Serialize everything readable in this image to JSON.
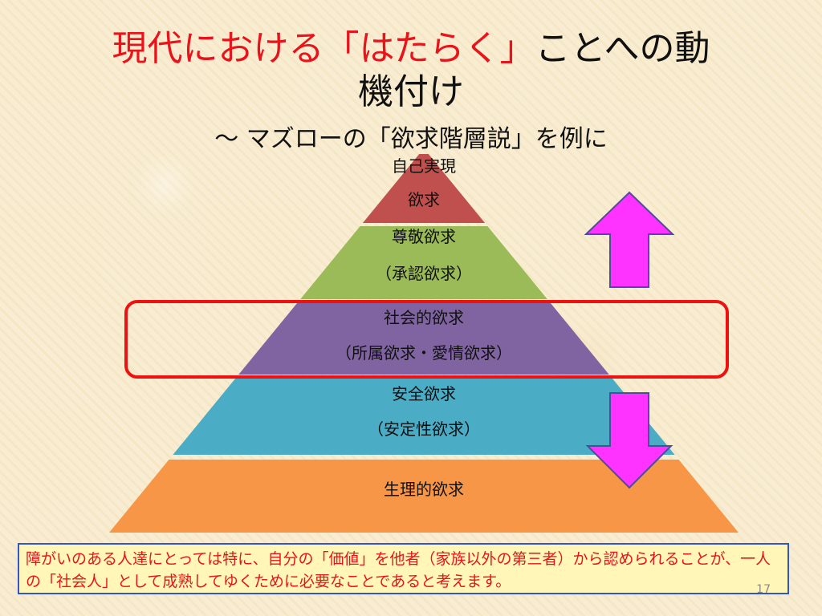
{
  "title": {
    "red_part": "現代における「はたらく」",
    "black_part": "ことへの動",
    "line2": "機付け"
  },
  "subtitle": "～ マズローの「欲求階層説」を例に",
  "pyramid": {
    "tiers": [
      {
        "line1": "自己実現",
        "line2": "欲求",
        "color": "#c0504d"
      },
      {
        "line1": "尊敬欲求",
        "line2": "（承認欲求）",
        "color": "#9bbb59"
      },
      {
        "line1": "社会的欲求",
        "line2": "（所属欲求・愛情欲求）",
        "color": "#8064a2"
      },
      {
        "line1": "安全欲求",
        "line2": "（安定性欲求）",
        "color": "#4bacc6"
      },
      {
        "line1": "生理的欲求",
        "line2": "",
        "color": "#f79646"
      }
    ]
  },
  "arrows": {
    "color": "#ff33ff",
    "outline": "#4d4d9a"
  },
  "highlight_color": "#ee1111",
  "note": "障がいのある人達にとっては特に、自分の「価値」を他者（家族以外の第三者）から認められることが、一人の「社会人」として成熟してゆくために必要なことであると考えます。",
  "page_number": "17"
}
